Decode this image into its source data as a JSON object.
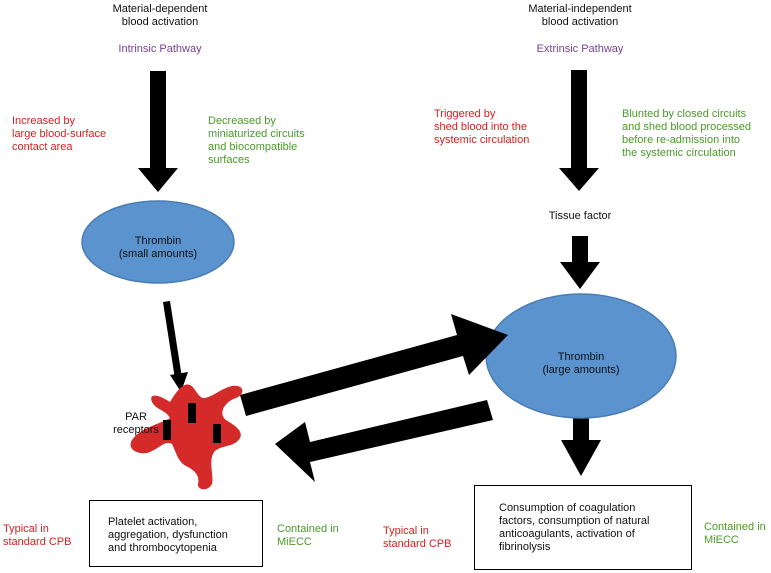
{
  "intrinsic": {
    "header": "Material-dependent\nblood activation",
    "pathway": "Intrinsic Pathway",
    "increased": "Increased by\nlarge blood-surface\ncontact area",
    "decreased": "Decreased by\nminiaturized circuits\nand biocompatible\nsurfaces",
    "thrombin": "Thrombin\n(small amounts)"
  },
  "extrinsic": {
    "header": "Material-independent\nblood activation",
    "pathway": "Extrinsic Pathway",
    "triggered": "Triggered by\nshed blood into the\nsystemic circulation",
    "blunted": "Blunted by closed circuits\nand shed blood processed\nbefore re-admission into\nthe systemic circulation",
    "tissue_factor": "Tissue factor",
    "thrombin": "Thrombin\n(large amounts)"
  },
  "platelet": {
    "par_label": "PAR\nreceptors"
  },
  "bottom_left": {
    "typical": "Typical in\nstandard CPB",
    "box": "Platelet activation,\naggregation, dysfunction\nand thrombocytopenia",
    "contained": "Contained in\nMiECC"
  },
  "bottom_right": {
    "typical": "Typical in\nstandard CPB",
    "box": "Consumption of coagulation\nfactors, consumption of natural\nanticoagulants, activation of\nfibrinolysis",
    "contained": "Contained in\nMiECC"
  },
  "colors": {
    "red": "#d61f1f",
    "green": "#4a9a2a",
    "purple": "#7a3d9a",
    "ellipse_fill": "#5b93cf",
    "ellipse_stroke": "#4a7db3",
    "platelet": "#d42a2a"
  }
}
